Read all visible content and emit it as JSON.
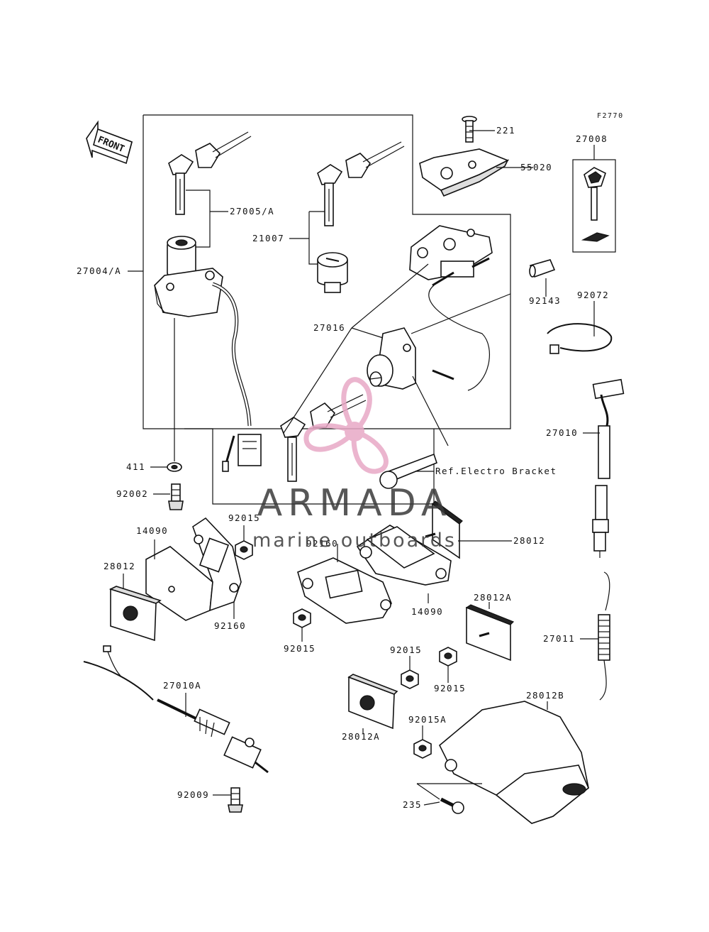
{
  "diagram_code": "F2770",
  "front_label": "FRONT",
  "watermark": {
    "brand": "ARMADA",
    "tagline": "marine outboards",
    "color": "#e8a9c6"
  },
  "labels": {
    "p221": "221",
    "p55020": "55020",
    "p27008": "27008",
    "p27005A": "27005/A",
    "p21007": "21007",
    "p27004A": "27004/A",
    "p92143": "92143",
    "p92072": "92072",
    "p27016": "27016",
    "p27010": "27010",
    "p411": "411",
    "pRef": "Ref.Electro Bracket",
    "p92002": "92002",
    "p92015a": "92015",
    "p14090a": "14090",
    "p28012a": "28012",
    "p92160a": "92160",
    "p28012b": "28012",
    "p92160b": "92160",
    "p14090b": "14090",
    "p92015b": "92015",
    "p28012A1": "28012A",
    "p27011": "27011",
    "p92015c": "92015",
    "p92015d": "92015",
    "p27010A": "27010A",
    "p28012B": "28012B",
    "p28012A2": "28012A",
    "p92015A": "92015A",
    "p92009": "92009",
    "p235": "235"
  }
}
